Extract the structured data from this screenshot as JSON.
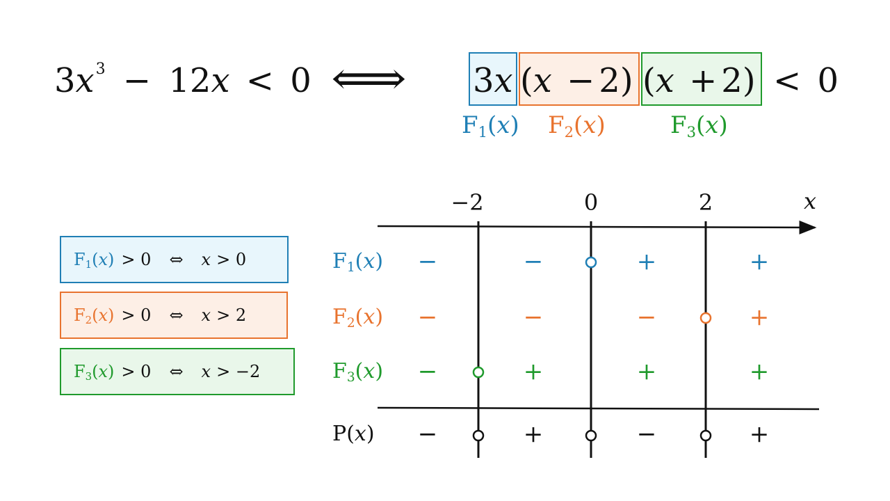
{
  "equation": {
    "lhs": {
      "coef": "3",
      "var": "x",
      "exp": "3",
      "minus": "−",
      "term2_coef": "12",
      "term2_var": "x",
      "rel": "<",
      "rhs": "0"
    },
    "equiv": "⟺",
    "rhs": {
      "f1": {
        "coef": "3",
        "var": "x"
      },
      "f2": {
        "open": "(",
        "var": "x",
        "op": "−",
        "num": "2",
        "close": ")"
      },
      "f3": {
        "open": "(",
        "var": "x",
        "op": "+",
        "num": "2",
        "close": ")"
      },
      "rel": "<",
      "rhs": "0"
    }
  },
  "factor_labels": [
    {
      "F": "F",
      "sub": "1",
      "open": "(",
      "var": "x",
      "close": ")"
    },
    {
      "F": "F",
      "sub": "2",
      "open": "(",
      "var": "x",
      "close": ")"
    },
    {
      "F": "F",
      "sub": "3",
      "open": "(",
      "var": "x",
      "close": ")"
    }
  ],
  "conditions": [
    {
      "F": "F",
      "sub": "1",
      "open": "(",
      "var": "x",
      "close": ")",
      "cmp": "> 0",
      "equiv": "⇔",
      "rvar": "x",
      "rcmp": "> 0"
    },
    {
      "F": "F",
      "sub": "2",
      "open": "(",
      "var": "x",
      "close": ")",
      "cmp": "> 0",
      "equiv": "⇔",
      "rvar": "x",
      "rcmp": "> 2"
    },
    {
      "F": "F",
      "sub": "3",
      "open": "(",
      "var": "x",
      "close": ")",
      "cmp": "> 0",
      "equiv": "⇔",
      "rvar": "x",
      "rcmp": "> −2"
    }
  ],
  "sign_table": {
    "axis_var": "x",
    "critical_values": [
      "−2",
      "0",
      "2"
    ],
    "rows": [
      {
        "label": {
          "F": "F",
          "sub": "1",
          "open": "(",
          "var": "x",
          "close": ")"
        },
        "signs": [
          "−",
          "−",
          "+",
          "+"
        ],
        "zero_at": "0"
      },
      {
        "label": {
          "F": "F",
          "sub": "2",
          "open": "(",
          "var": "x",
          "close": ")"
        },
        "signs": [
          "−",
          "−",
          "−",
          "+"
        ],
        "zero_at": "2"
      },
      {
        "label": {
          "F": "F",
          "sub": "3",
          "open": "(",
          "var": "x",
          "close": ")"
        },
        "signs": [
          "−",
          "+",
          "+",
          "+"
        ],
        "zero_at": "−2"
      },
      {
        "label": {
          "F": "P",
          "sub": "",
          "open": "(",
          "var": "x",
          "close": ")"
        },
        "signs": [
          "−",
          "+",
          "−",
          "+"
        ],
        "zero_at": "−2, 0, 2"
      }
    ]
  },
  "colors": {
    "f1": "#1f7fb5",
    "f1_fill": "#e8f6fc",
    "f2": "#e8732e",
    "f2_fill": "#fdefe6",
    "f3": "#1f9a2c",
    "f3_fill": "#e9f7ea",
    "ink": "#111111"
  }
}
